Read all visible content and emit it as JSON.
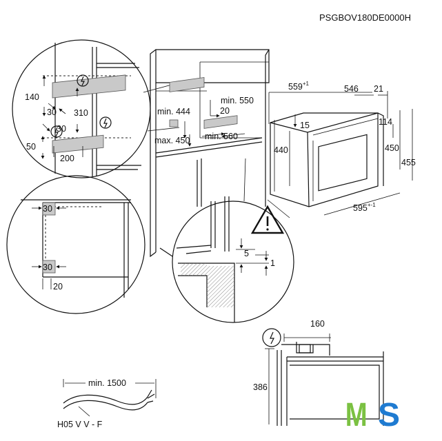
{
  "doc_code": "PSGBOV180DE0000H",
  "warning_symbol": "warning-triangle-icon",
  "power_symbol": "power-socket-icon",
  "detail_left_top": {
    "d140": "140",
    "d30a": "30",
    "d310": "310",
    "d30b": "30",
    "d50": "50",
    "d200": "200"
  },
  "cabinet": {
    "min444": "min. 444",
    "max450": "max. 450",
    "min550": "min. 550",
    "d20": "20",
    "min560": "min. 560"
  },
  "oven": {
    "w559": "559",
    "w559_tol": "+1",
    "w546": "546",
    "w21": "21",
    "d15": "15",
    "d114": "114",
    "h440": "440",
    "h450": "450",
    "h455": "455",
    "w595": "595",
    "w595_tol": "+-1"
  },
  "detail_left_bottom": {
    "d30top": "30",
    "d30bottom": "30",
    "d20": "20"
  },
  "detail_center": {
    "d5": "5",
    "d1": "1"
  },
  "side_view": {
    "d160": "160",
    "d386": "386"
  },
  "cable": {
    "min1500": "min. 1500",
    "type": "H05 V V - F"
  },
  "brand": {
    "logo_text": "MS",
    "colors": {
      "m": "#7bc142",
      "s": "#1f7bd1"
    }
  }
}
